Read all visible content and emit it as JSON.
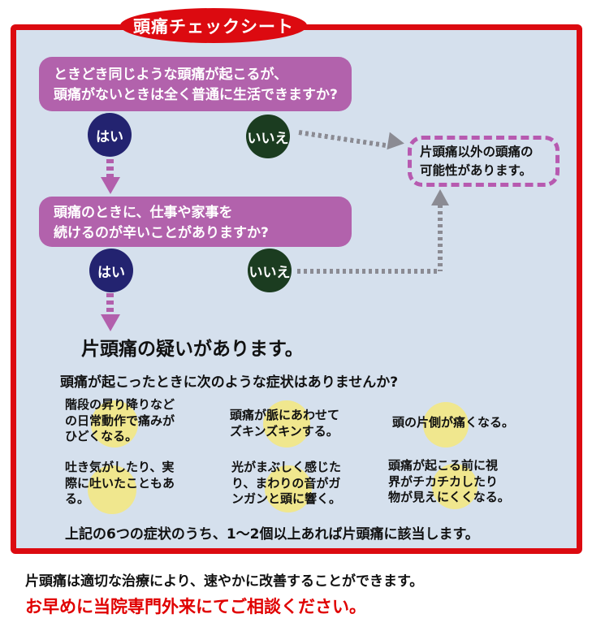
{
  "title": "頭痛チェックシート",
  "flow": {
    "q1": "ときどき同じような頭痛が起こるが、\n頭痛がないときは全く普通に生活できますか?",
    "q1_yes": "はい",
    "q1_no": "いいえ",
    "q2": "頭痛のときに、仕事や家事を\n続けるのが辛いことがありますか?",
    "q2_yes": "はい",
    "q2_no": "いいえ",
    "other_result": "片頭痛以外の頭痛の\n可能性があります。",
    "migraine_result": "片頭痛の疑いがあります。"
  },
  "symptoms": {
    "intro": "頭痛が起こったときに次のような症状はありませんか?",
    "items": [
      "階段の昇り降りなど\nの日常動作で痛みが\nひどくなる。",
      "頭痛が脈にあわせて\nズキンズキンする。",
      "頭の片側が痛くなる。",
      "吐き気がしたり、実\n際に吐いたこともあ\nる。",
      "光がまぶしく感じた\nり、まわりの音がガ\nンガンと頭に響く。",
      "頭痛が起こる前に視\n界がチカチカしたり\n物が見えにくくなる。"
    ],
    "note": "上記の6つの症状のうち、1〜2個以上あれば片頭痛に該当します。"
  },
  "footer": {
    "treatment": "片頭痛は適切な治療により、速やかに改善することができます。",
    "cta": "お早めに当院専門外来にてご相談ください。"
  },
  "colors": {
    "border_red": "#dc0a10",
    "panel_blue": "#d5e0ed",
    "question_purple": "#b262ac",
    "yes_navy": "#232370",
    "no_green": "#1b3c20",
    "highlight_yellow": "#f0e78e",
    "dashed_purple": "#b75ab0",
    "connector_gray": "#8b8b93",
    "cta_red": "#e00000"
  }
}
